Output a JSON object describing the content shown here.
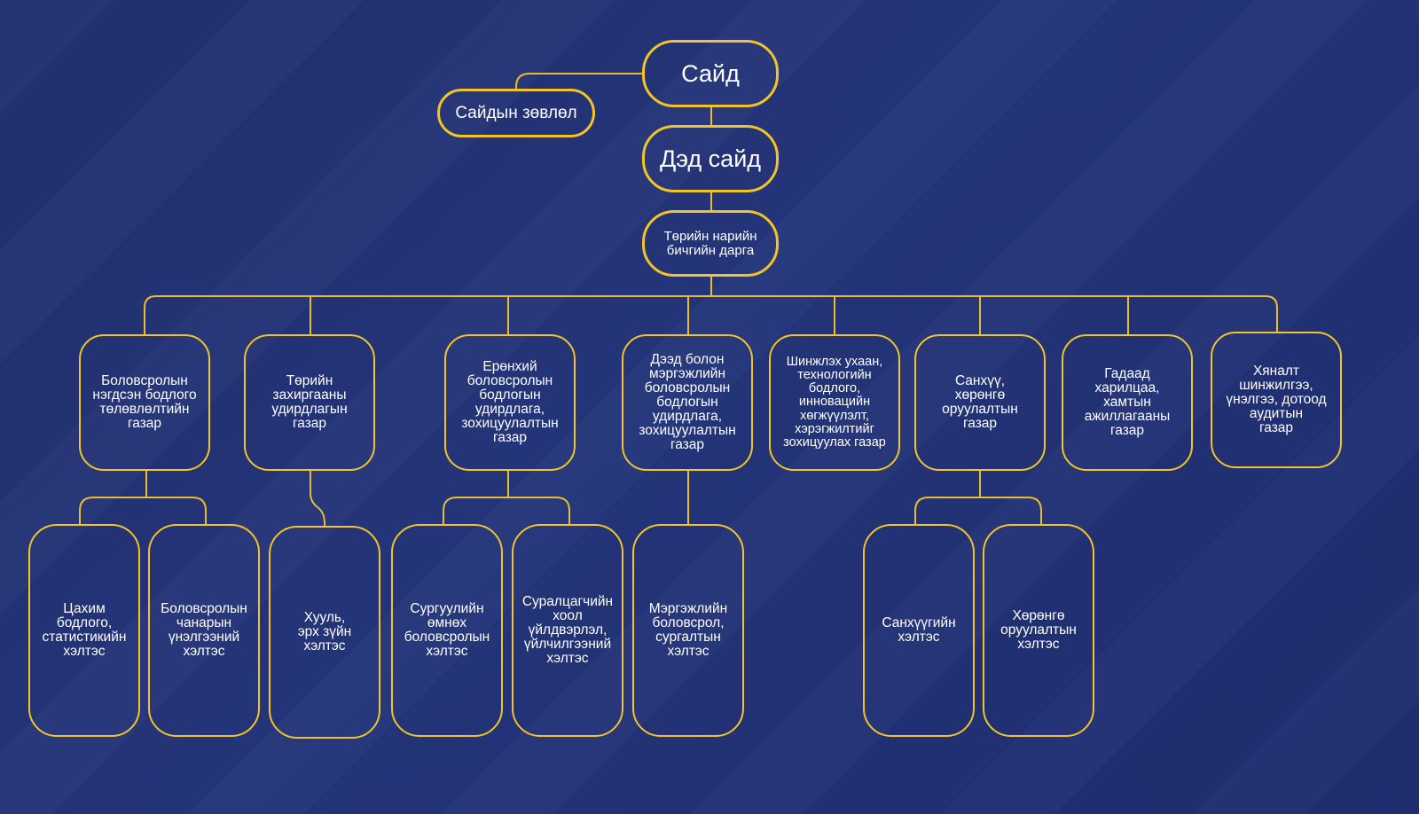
{
  "colors": {
    "background": "#24337a",
    "border": "#f2c425",
    "connector": "#e9bd2a",
    "text": "#ffffff"
  },
  "nodes": {
    "minister": "Сайд",
    "council": "Сайдын зөвлөл",
    "deputy": "Дэд сайд",
    "secretary": "Төрийн нарийн\nбичгийн дарга",
    "dept_policy": "Боловсролын\nнэгдсэн бодлого\nтөлөвлөлтийн\nгазар",
    "dept_admin": "Төрийн\nзахиргааны\nудирдлагын\nгазар",
    "dept_general": "Ерөнхий\nболовсролын\nбодлогын\nудирдлага,\nзохицуулалтын\nгазар",
    "dept_higher": "Дээд болон\nмэргэжлийн\nболовсролын\nбодлогын\nудирдлага,\nзохицуулалтын\nгазар",
    "dept_science": "Шинжлэх ухаан,\nтехнологийн\nбодлого,\nинновацийн\nхөгжүүлэлт,\nхэрэгжилтийг\nзохицуулах газар",
    "dept_finance": "Санхүү,\nхөрөнгө\nоруулалтын\nгазар",
    "dept_foreign": "Гадаад\nхарилцаа,\nхамтын\nажиллагааны\nгазар",
    "dept_audit": "Хяналт\nшинжилгээ,\nүнэлгээ, дотоод\nаудитын\nгазар",
    "div_digital": "Цахим\nбодлого,\nстатистикийн\nхэлтэс",
    "div_quality": "Боловсролын\nчанарын\nүнэлгээний\nхэлтэс",
    "div_law": "Хууль,\nэрх зүйн\nхэлтэс",
    "div_preschool": "Сургуулийн\nөмнөх\nболовсролын\nхэлтэс",
    "div_student": "Суралцагчийн\nхоол\nүйлдвэрлэл,\nүйлчилгээний\nхэлтэс",
    "div_vocational": "Мэргэжлийн\nболовсрол,\nсургалтын\nхэлтэс",
    "div_finance": "Санхүүгийн\nхэлтэс",
    "div_investment": "Хөрөнгө\nоруулалтын\nхэлтэс"
  }
}
